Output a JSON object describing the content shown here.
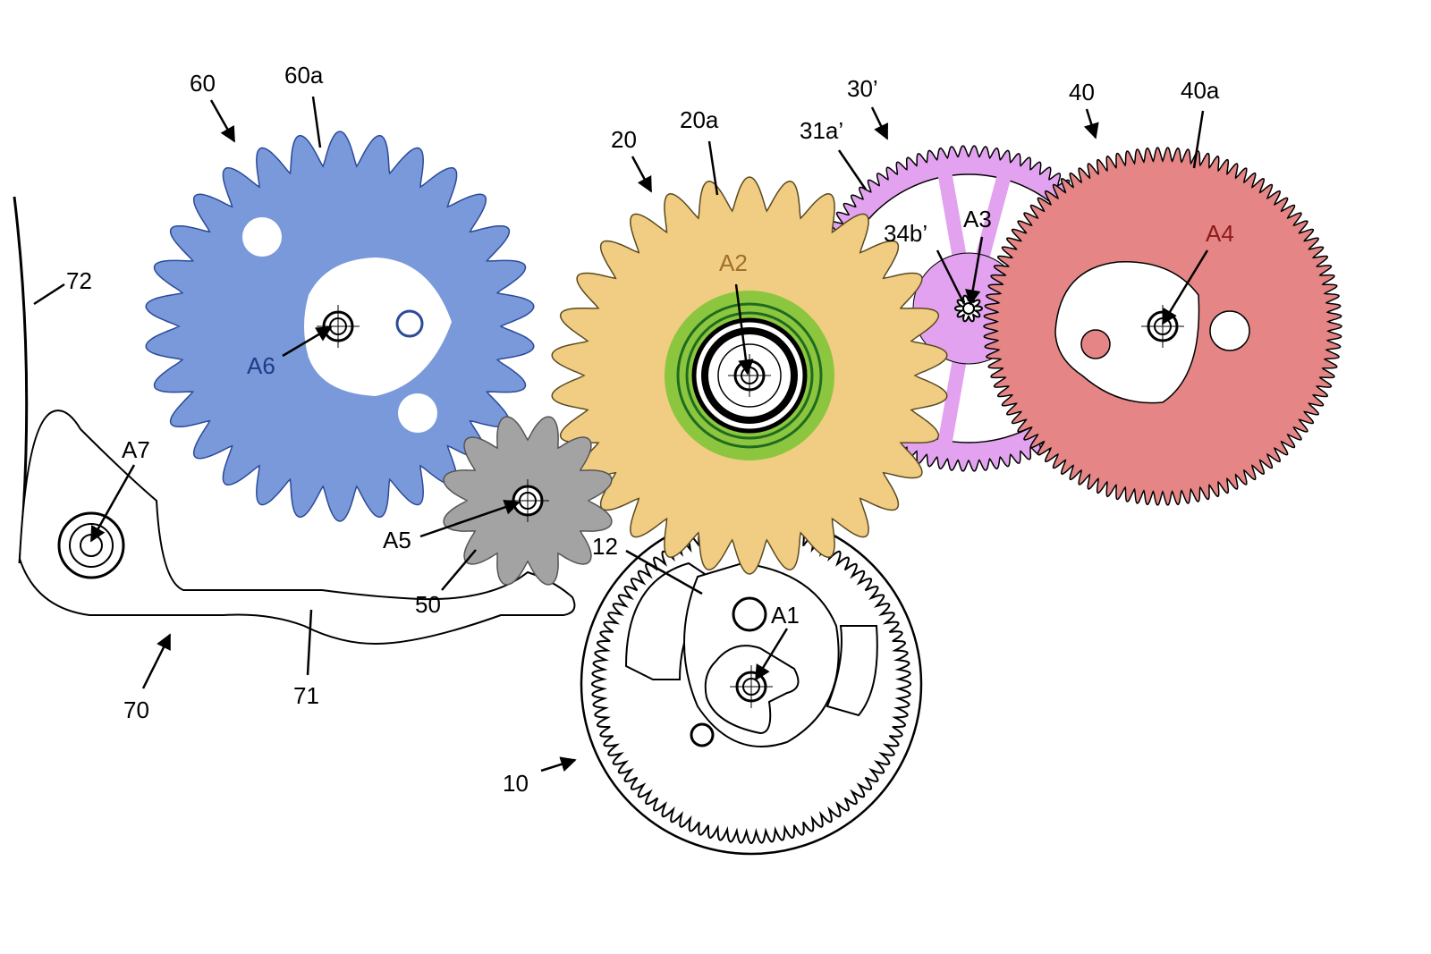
{
  "colors": {
    "wheel_60": "#7a99da",
    "wheel_20": "#f0cd82",
    "wheel_20_ring": "#8cc63f",
    "wheel_50": "#a3a3a3",
    "wheel_30": "#e2a2ef",
    "wheel_40": "#e58585",
    "label_A6": "#1f3a8a",
    "label_A2": "#a0702a",
    "label_A4": "#8b1a1a",
    "label": "#000000"
  },
  "labels": {
    "l60": "60",
    "l60a": "60a",
    "l20": "20",
    "l20a": "20a",
    "l30": "30’",
    "l31a": "31a’",
    "l40": "40",
    "l40a": "40a",
    "l72": "72",
    "lA6": "A6",
    "lA2": "A2",
    "lA3": "A3",
    "l34b": "34b’",
    "lA4": "A4",
    "lA7": "A7",
    "lA5": "A5",
    "l50": "50",
    "l12": "12",
    "lA1": "A1",
    "l70": "70",
    "l71": "71",
    "l10": "10"
  }
}
